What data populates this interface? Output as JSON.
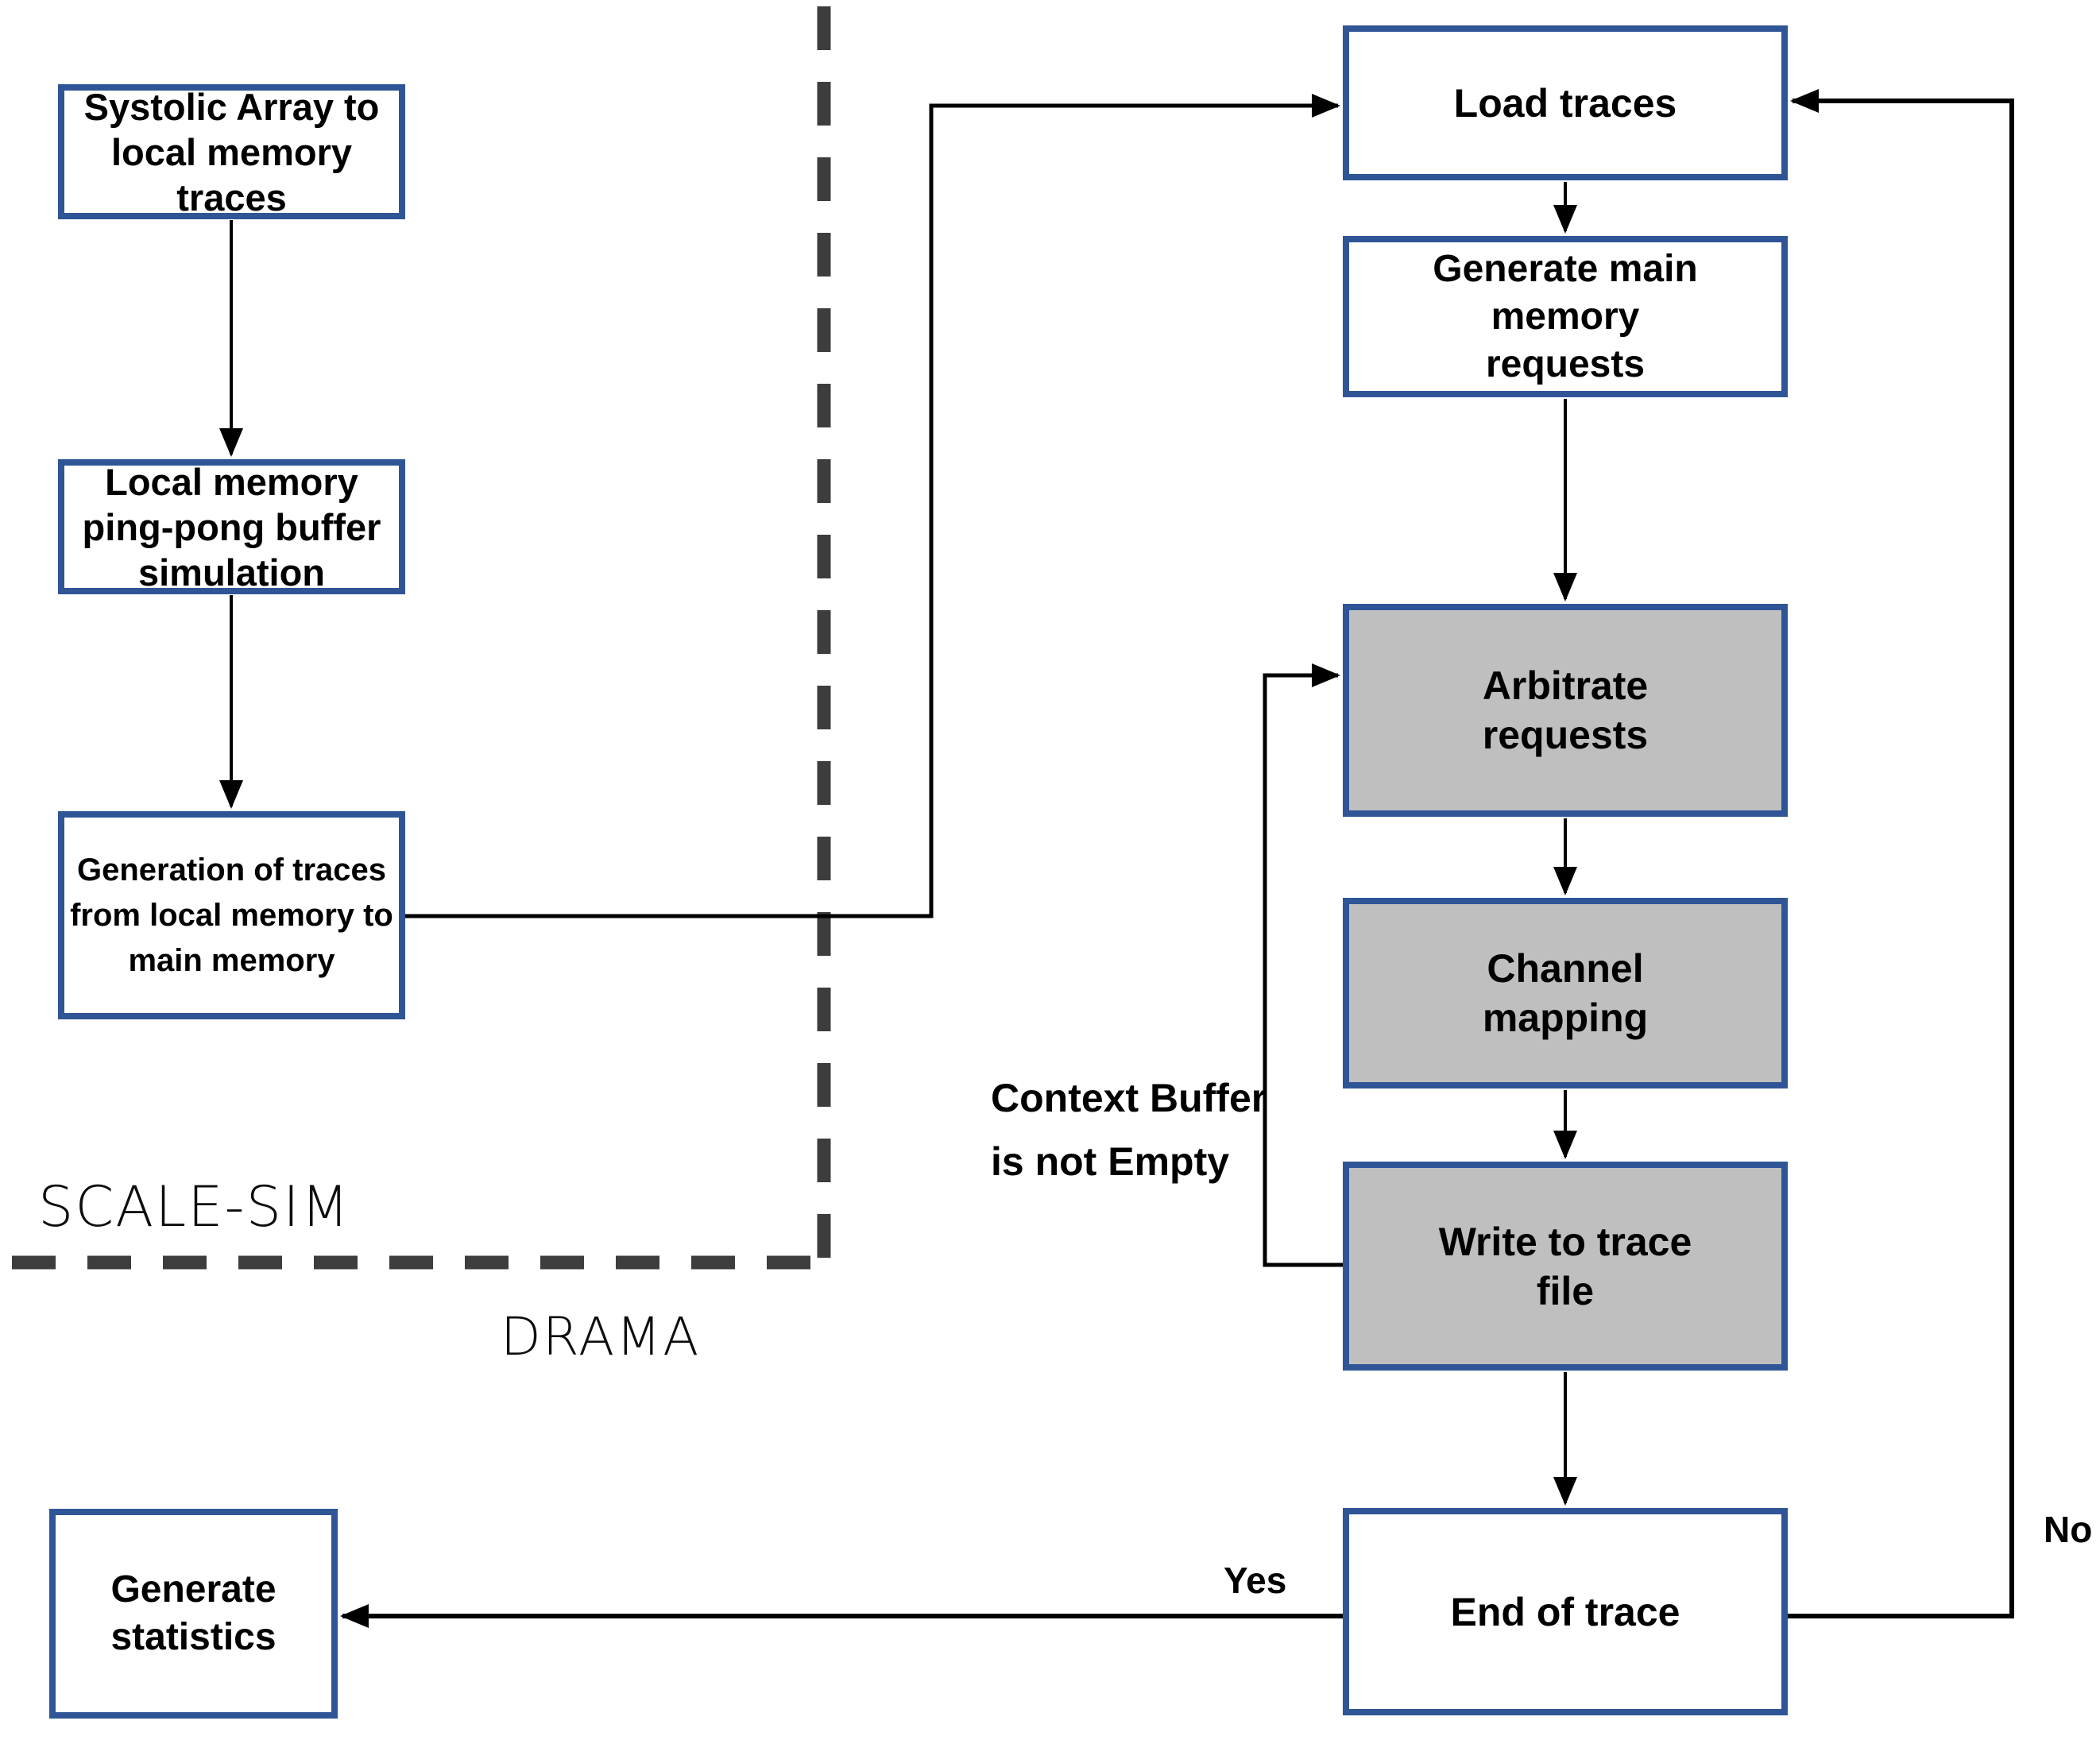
{
  "diagram": {
    "colors": {
      "box_border_blue": "#2F5597",
      "gray_box_fill": "#BFBFBF",
      "white_box_fill": "#FFFFFF",
      "divider_gray": "#3D3D3D",
      "connector_black": "#000000"
    },
    "regions": {
      "left_label": "SCALE-SIM",
      "right_label": "DRAMA"
    },
    "scale_sim_flow": [
      {
        "label": "Systolic Array to\nlocal memory\ntraces"
      },
      {
        "label": "Local memory\nping-pong buffer\nsimulation"
      },
      {
        "label": "Generation of traces\nfrom local memory to\nmain memory"
      }
    ],
    "drama_flow": [
      {
        "label": "Load traces",
        "fill": "white"
      },
      {
        "label": "Generate main\nmemory\nrequests",
        "fill": "white"
      },
      {
        "label": "Arbitrate\nrequests",
        "fill": "gray"
      },
      {
        "label": "Channel\nmapping",
        "fill": "gray"
      },
      {
        "label": "Write to trace\nfile",
        "fill": "gray"
      },
      {
        "label": "End of trace",
        "fill": "white"
      }
    ],
    "stats_box": {
      "label": "Generate\nstatistics"
    },
    "edge_labels": {
      "loop_condition": "Context Buffer\nis not Empty",
      "yes": "Yes",
      "no": "No"
    }
  }
}
